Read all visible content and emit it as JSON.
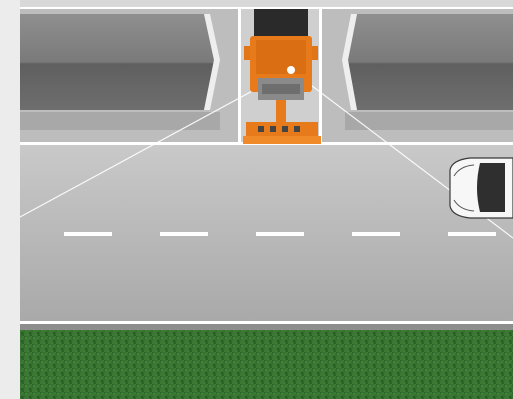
{
  "scene": {
    "colors": {
      "background": "#ececec",
      "road": "#bdbdbd",
      "curb": "#cfcfcf",
      "lane_marking": "#ffffff",
      "grass": "#2f6a2a",
      "truck_orange": "#e77a1a",
      "car_white": "#f7f7f7"
    },
    "elements": {
      "left_bay": "grey-platform",
      "right_bay": "grey-platform",
      "truck": "orange-road-maintenance-truck",
      "sensor": "white-sensor-dot",
      "car": "white-passenger-car",
      "verge": "grass-strip"
    }
  }
}
